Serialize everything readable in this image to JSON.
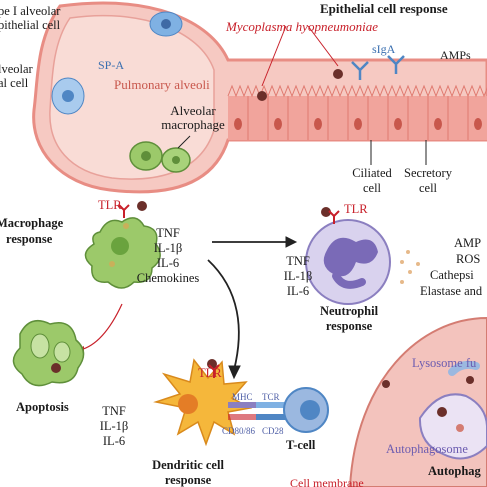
{
  "labels": {
    "type1_line1": "pe I alveolar",
    "type1_line2": "pithelial cell",
    "type2_line1": "lveolar",
    "type2_line2": "al cell",
    "spa": "SP-A",
    "pulmonary_alveoli": "Pulmonary alveoli",
    "alveolar_macrophage_1": "Alveolar",
    "alveolar_macrophage_2": "macrophage",
    "epithelial_response": "Epithelial cell response",
    "pathogen": "Mycoplasma hyopneumoniae",
    "siga": "sIgA",
    "amps": "AMPs",
    "ciliated_1": "Ciliated",
    "ciliated_2": "cell",
    "secretory_1": "Secretory",
    "secretory_2": "cell",
    "macrophage_response_1": "Macrophage",
    "macrophage_response_2": "response",
    "tlr_macrophage": "TLR",
    "macrophage_cytokines": [
      "TNF",
      "IL-1β",
      "IL-6",
      "Chemokines"
    ],
    "tlr_neutrophil": "TLR",
    "neutrophil_cytokines": [
      "TNF",
      "IL-1β",
      "IL-6"
    ],
    "neutrophil_response_1": "Neutrophil",
    "neutrophil_response_2": "response",
    "neutrophil_products": [
      "AMP",
      "ROS",
      "Cathepsi",
      "Elastase and"
    ],
    "apoptosis": "Apoptosis",
    "dendritic_cytokines": [
      "TNF",
      "IL-1β",
      "IL-6"
    ],
    "tlr_dendritic": "TLR",
    "mhc": "MHC",
    "tcr": "TCR",
    "cd80": "CD80/86",
    "cd28": "CD28",
    "tcell": "T-cell",
    "dendritic_response_1": "Dendritic cell",
    "dendritic_response_2": "response",
    "lysosome": "Lysosome fu",
    "autophagosome": "Autophagosome",
    "autophagy": "Autophag",
    "cell_membrane": "Cell membrane"
  },
  "colors": {
    "alveolus_fill": "#f6c9c2",
    "alveolus_edge": "#e88d84",
    "pathogen_red": "#c8202a",
    "macrophage_green": "#9cc96a",
    "neutrophil_purple": "#8b7fc0",
    "dendritic_yellow": "#f5b73b",
    "tcell_blue": "#9bb8e0",
    "autophagy_pink": "#f3c3bd"
  }
}
